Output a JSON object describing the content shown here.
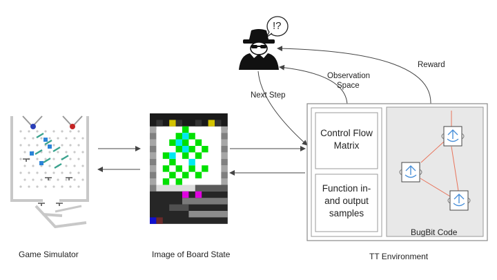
{
  "agent": {
    "thought_text": "!?"
  },
  "edges": {
    "next_step": "Next Step",
    "observation_space_line1": "Observation",
    "observation_space_line2": "Space",
    "reward": "Reward"
  },
  "tt_environment": {
    "control_flow_line1": "Control Flow",
    "control_flow_line2": "Matrix",
    "function_line1": "Function in-",
    "function_line2": "and output",
    "function_line3": "samples",
    "bugbit_label": "BugBit Code"
  },
  "captions": {
    "game_simulator": "Game Simulator",
    "board_state": "Image of Board State",
    "tt_environment": "TT Environment"
  },
  "colors": {
    "green": "#00e000",
    "cyan": "#00e8f0",
    "yellow": "#d4c400",
    "magenta": "#e000e0",
    "blue": "#1010d0",
    "dark": "#1a1a1a",
    "bugbit_line": "#e8735a"
  }
}
